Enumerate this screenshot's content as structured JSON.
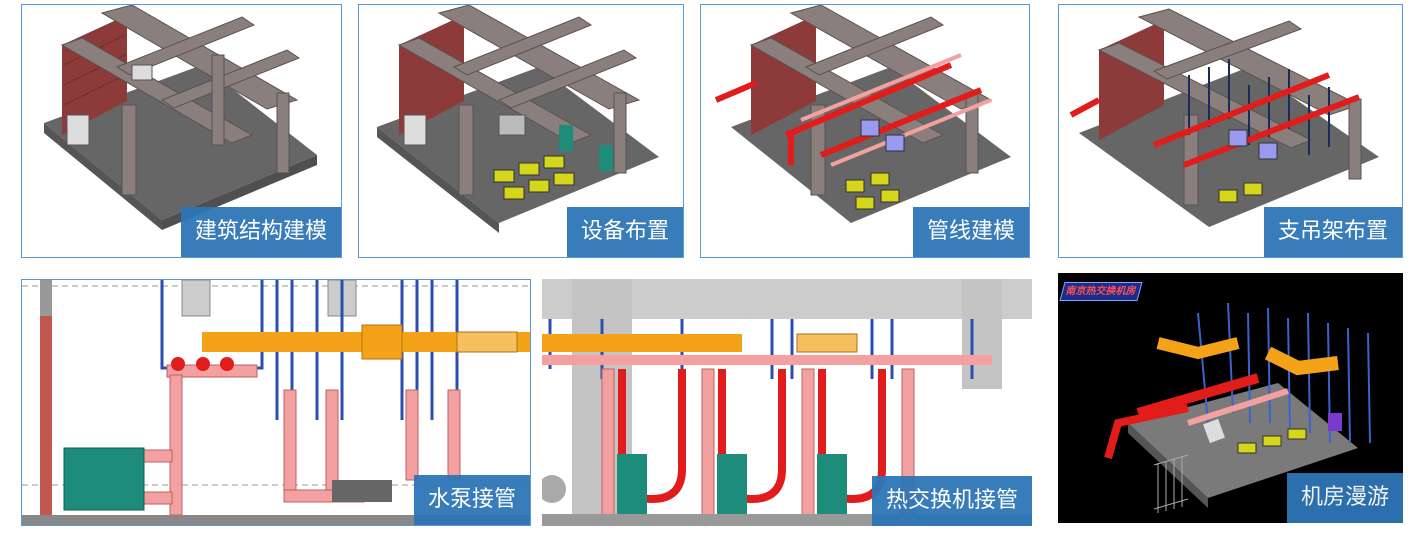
{
  "panels": [
    {
      "caption": "建筑结构建模"
    },
    {
      "caption": "设备布置"
    },
    {
      "caption": "管线建模"
    },
    {
      "caption": "支吊架布置"
    },
    {
      "caption": "水泵接管"
    },
    {
      "caption": "热交换机接管"
    },
    {
      "caption": "机房漫游",
      "screen_title": "南京热交换机房"
    }
  ],
  "colors": {
    "caption_bg": "#2e75b6",
    "frame_border": "#5b9bd5",
    "pipe_red": "#e21b1b",
    "pipe_pink": "#f2a0a0",
    "duct_orange": "#f4a318",
    "pipe_blue": "#2a4fb0",
    "equipment_teal": "#1e8c7a",
    "concrete": "#8a7f7c",
    "floor": "#6a6a6a",
    "brick": "#8c3a3a"
  }
}
